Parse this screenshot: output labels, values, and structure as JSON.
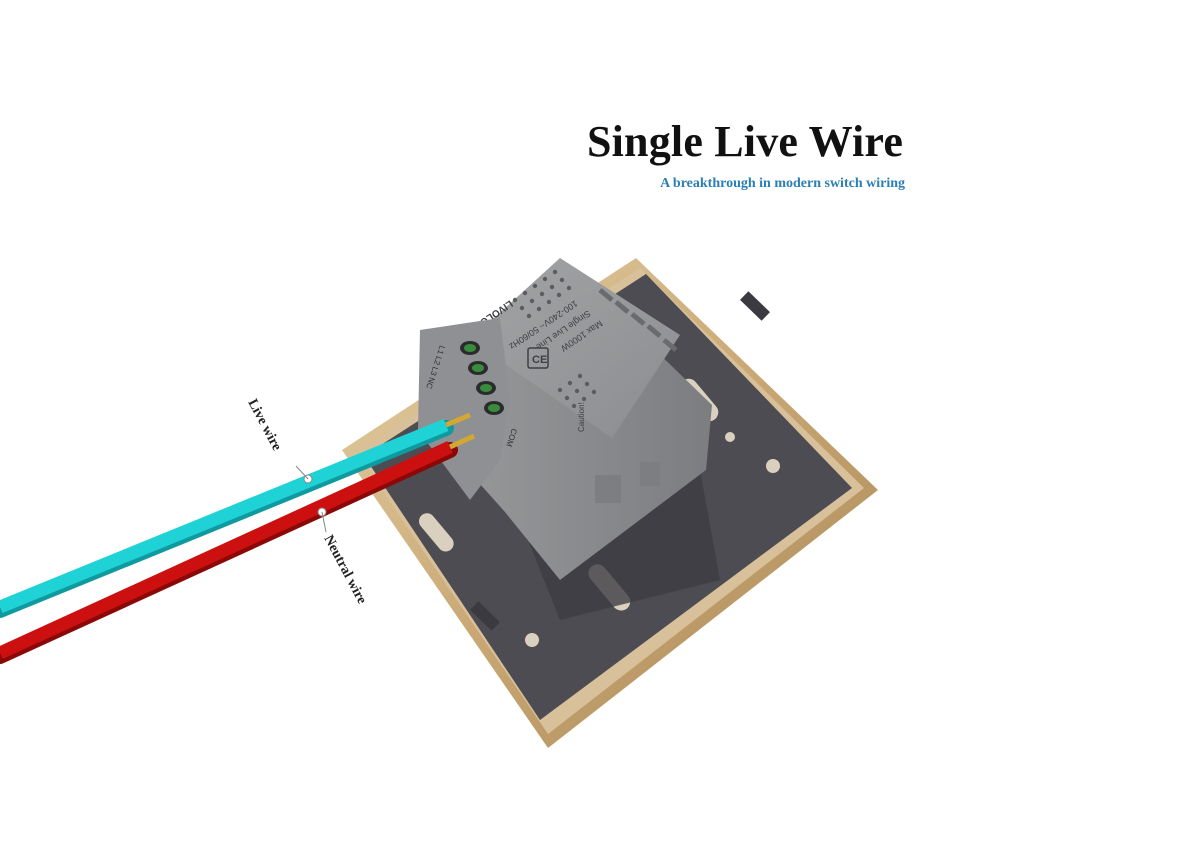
{
  "header": {
    "title": "Single Live Wire",
    "subtitle": "A breakthrough in modern switch wiring",
    "subtitle_color": "#2a7fb5"
  },
  "labels": {
    "live_wire": "Live wire",
    "neutral_wire": "Neutral wire"
  },
  "module": {
    "brand": "LIVOLO",
    "spec_line_1": "100-240V~ 50/60Hz",
    "spec_line_2": "Single Live Line",
    "spec_line_3": "Max 1000W",
    "terminal_com": "COM",
    "terminal_label": "L1 L2 L3 NC",
    "warning": "Caution!",
    "ce_mark": "CE"
  },
  "colors": {
    "live_wire": "#1fd2d6",
    "neutral_wire": "#cc1010",
    "plate_frame": "#c8a97a",
    "plate_back": "#4a4a50",
    "module_body": "#8a8b8d"
  }
}
